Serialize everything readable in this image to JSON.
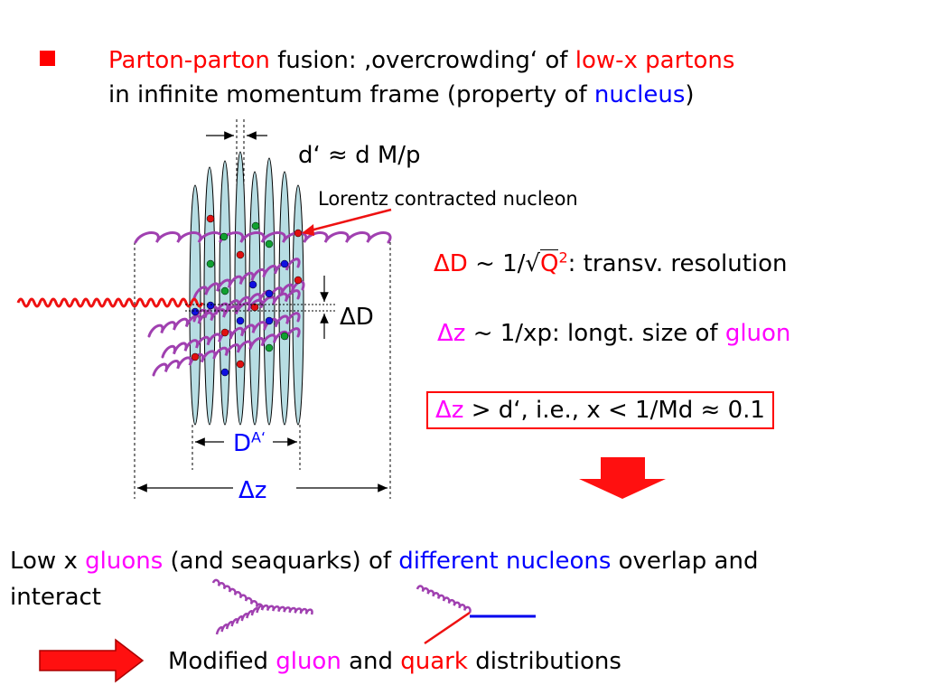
{
  "title": {
    "line1_part1": "Parton-parton",
    "line1_part2": " fusion: ‚overcrowding‘  of ",
    "line1_part3": "low-x partons",
    "line2_part1": "in infinite momentum frame (property of ",
    "line2_part2": "nucleus",
    "line2_part3": ")"
  },
  "diagram": {
    "d_prime_label": "d‘ ≈ d M/p",
    "lorentz_label": "Lorentz contracted nucleon",
    "delta_D_label": "ΔD",
    "D_A_label": "D",
    "D_A_sup": "A‘",
    "delta_z_label": "Δz"
  },
  "relations": {
    "resolution_delta": "ΔD",
    "resolution_mid": " ~ 1/√",
    "resolution_Q": "Q",
    "resolution_Q_sup": "2",
    "resolution_rest": ": transv. resolution",
    "size_delta": "Δz",
    "size_rest": " ~ 1/xp: longt. size of ",
    "size_gluon": "gluon",
    "condition_delta": "Δz",
    "condition_rest": " > d‘, i.e., x < 1/Md ≈ 0.1"
  },
  "conclusion": {
    "part1": "Low x ",
    "gluons": "gluons",
    "part2": " (and seaquarks) of ",
    "different_nucleons": "different nucleons",
    "part3": " overlap and",
    "line2": "interact"
  },
  "result": {
    "part1": "Modified ",
    "gluon": "gluon",
    "part2": " and ",
    "quark": "quark",
    "part3": " distributions"
  },
  "colors": {
    "red": "#ff0000",
    "blue": "#0000ff",
    "magenta": "#ff00ff",
    "gluon_purple": "#a040b0",
    "nucleon_fill": "#b7dde3"
  }
}
